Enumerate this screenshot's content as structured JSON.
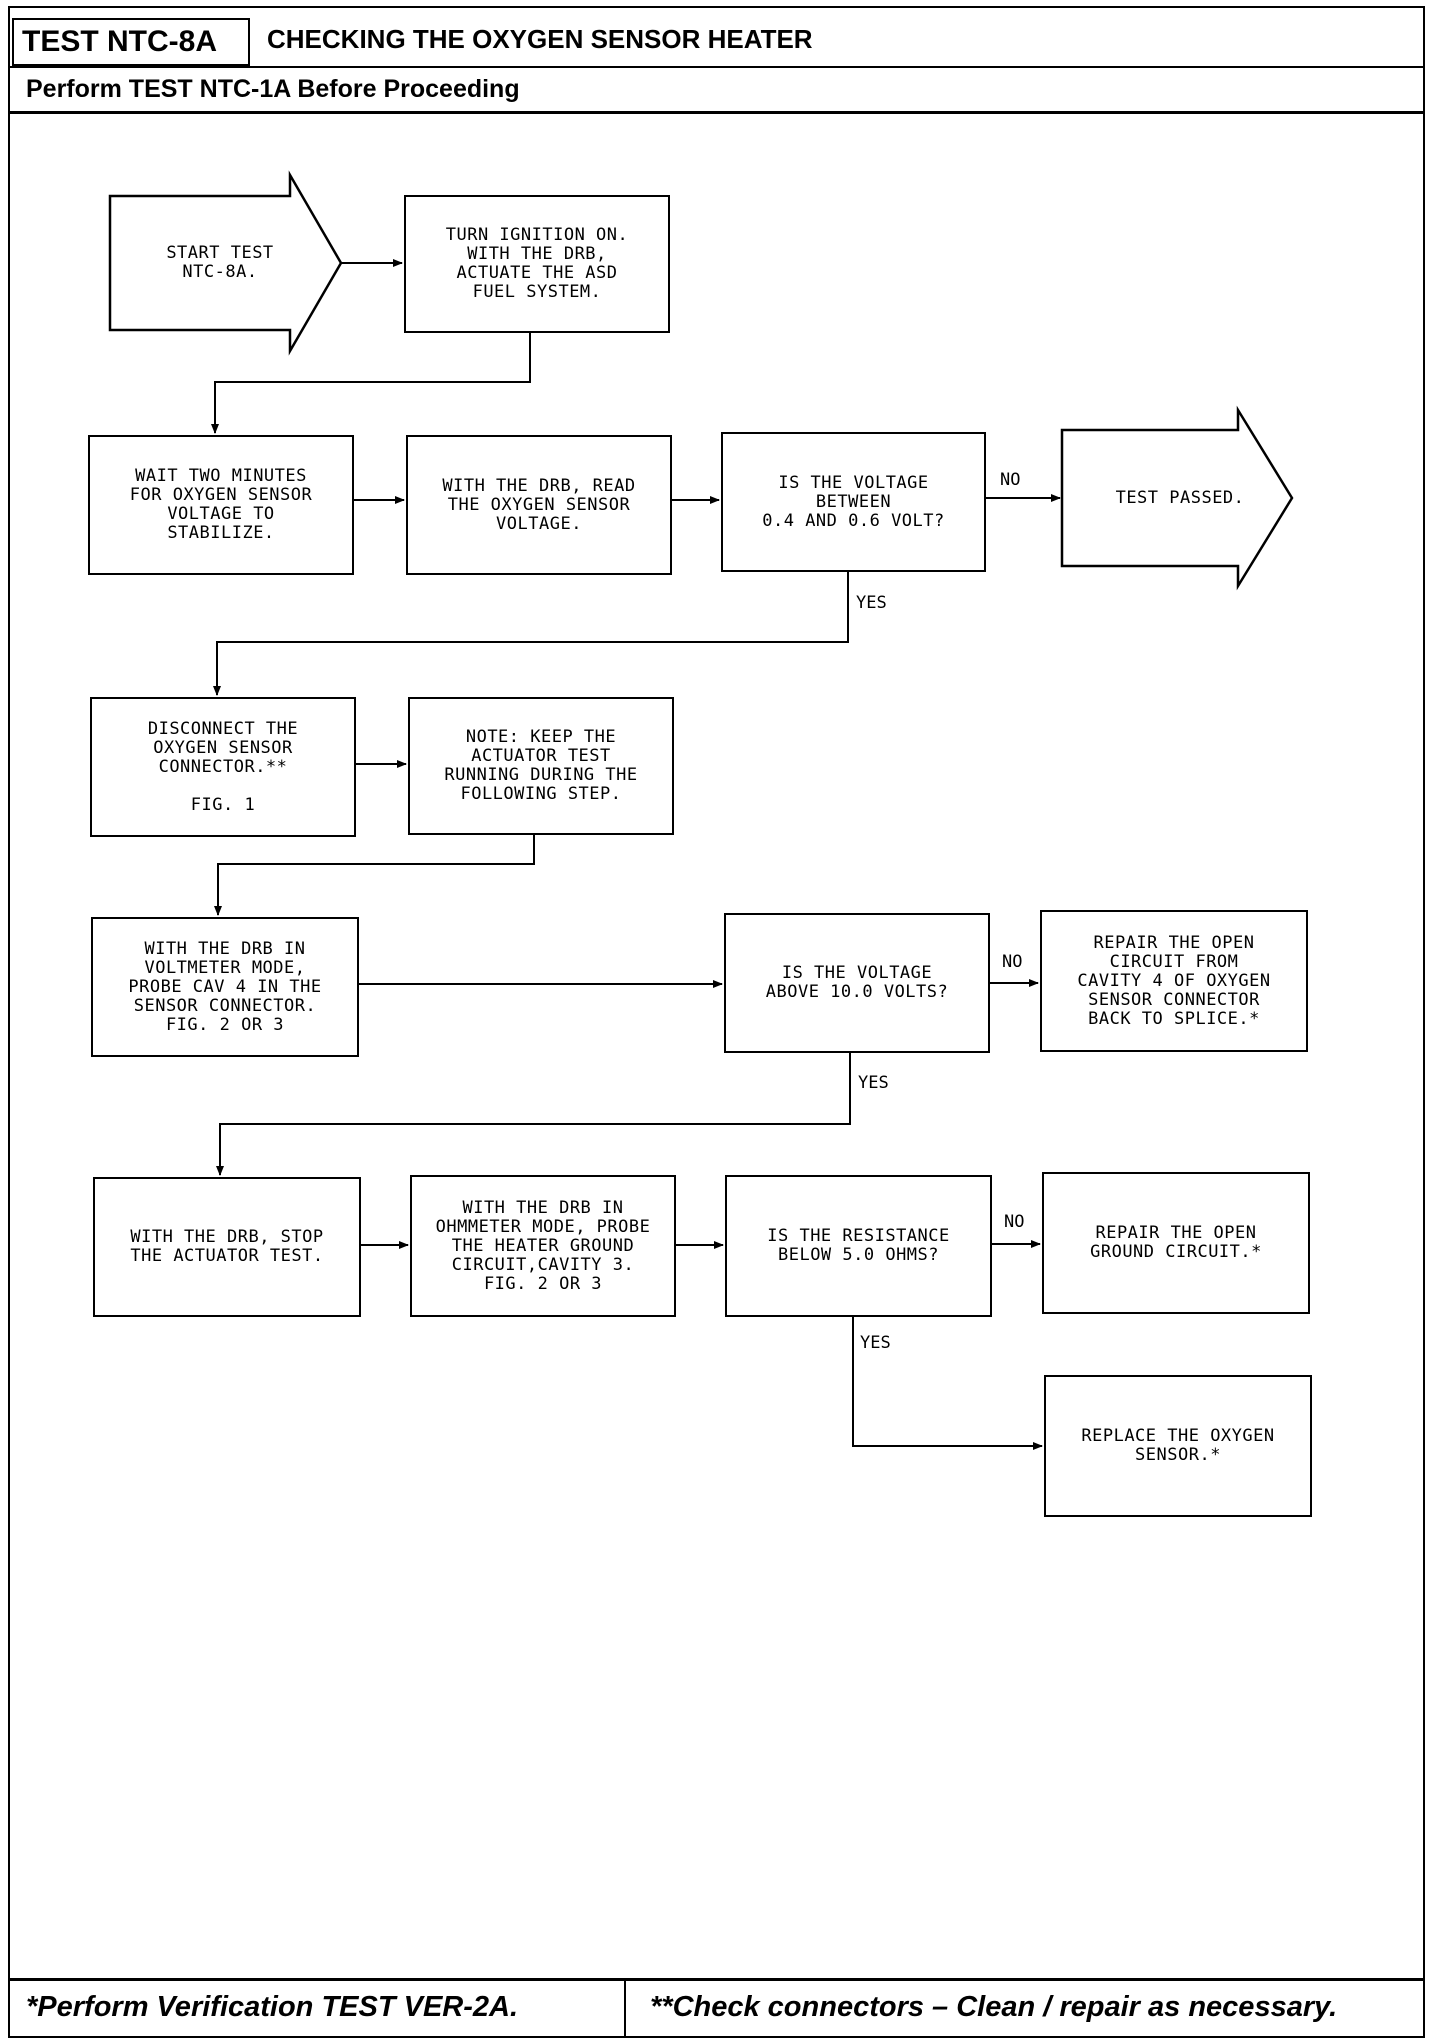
{
  "header": {
    "test_id": "TEST NTC-8A",
    "title": "CHECKING THE OXYGEN SENSOR HEATER",
    "prerequisite": "Perform TEST NTC-1A Before Proceeding"
  },
  "flowchart": {
    "start": "START TEST\nNTC-8A.",
    "step_ignition": "TURN IGNITION ON.\nWITH THE DRB,\nACTUATE THE ASD\nFUEL SYSTEM.",
    "step_wait": "WAIT TWO MINUTES\nFOR OXYGEN SENSOR\nVOLTAGE TO\nSTABILIZE.",
    "step_read": "WITH THE DRB, READ\nTHE OXYGEN SENSOR\nVOLTAGE.",
    "q_voltage_range": "IS THE VOLTAGE\nBETWEEN\n0.4 AND 0.6 VOLT?",
    "test_passed": "TEST PASSED.",
    "step_disconnect": "DISCONNECT THE\nOXYGEN SENSOR\nCONNECTOR.**\n\nFIG. 1",
    "note_keep": "NOTE: KEEP THE\nACTUATOR TEST\nRUNNING DURING THE\nFOLLOWING STEP.",
    "step_probe_cav4": "WITH THE DRB IN\nVOLTMETER MODE,\nPROBE CAV 4 IN THE\nSENSOR CONNECTOR.\nFIG. 2 OR 3",
    "q_voltage_above": "IS THE VOLTAGE\nABOVE 10.0 VOLTS?",
    "repair_open_cav4": "REPAIR THE OPEN\nCIRCUIT FROM\nCAVITY 4 OF OXYGEN\nSENSOR CONNECTOR\nBACK TO SPLICE.*",
    "step_stop": "WITH THE DRB, STOP\nTHE ACTUATOR TEST.",
    "step_ohmmeter": "WITH THE DRB IN\nOHMMETER MODE, PROBE\nTHE HEATER GROUND\nCIRCUIT,CAVITY 3.\nFIG. 2 OR 3",
    "q_resistance": "IS THE RESISTANCE\nBELOW 5.0 OHMS?",
    "repair_ground": "REPAIR THE OPEN\nGROUND CIRCUIT.*",
    "replace_sensor": "REPLACE THE OXYGEN\nSENSOR.*",
    "labels": {
      "no": "NO",
      "yes": "YES"
    }
  },
  "footer": {
    "note_left": "*Perform Verification TEST VER-2A.",
    "note_right": "**Check connectors – Clean / repair as necessary."
  }
}
